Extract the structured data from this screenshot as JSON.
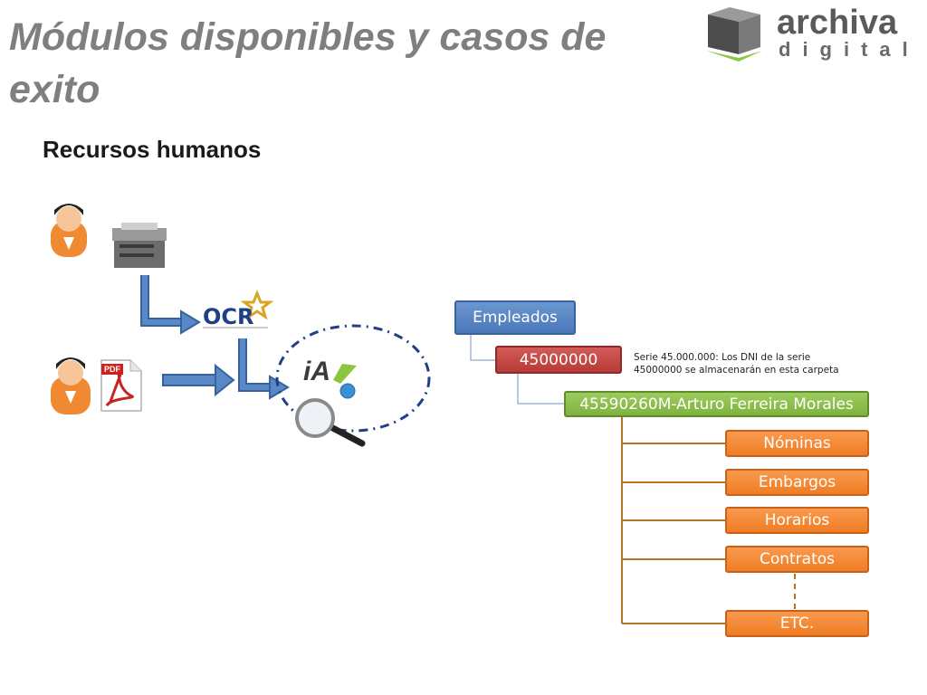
{
  "title": "Módulos disponibles y casos de exito",
  "subtitle": "Recursos humanos",
  "logo": {
    "word1": "archiva",
    "word2": "digital"
  },
  "icons": {
    "ocr": "OCR",
    "pdf": "PDF",
    "ia": "iA"
  },
  "tree": {
    "root": "Empleados",
    "series": "45000000",
    "employee": "45590260M-Arturo Ferreira Morales",
    "children": [
      "Nóminas",
      "Embargos",
      "Horarios",
      "Contratos",
      "ETC."
    ]
  },
  "note": {
    "line1": "Serie 45.000.000:  Los DNI de la serie",
    "line2": "45000000  se almacenarán en esta carpeta"
  },
  "colors": {
    "blue": "#4a77b8",
    "red": "#b83a37",
    "green": "#7fb23e",
    "orange": "#f07c24",
    "connector": "#b8731e"
  }
}
